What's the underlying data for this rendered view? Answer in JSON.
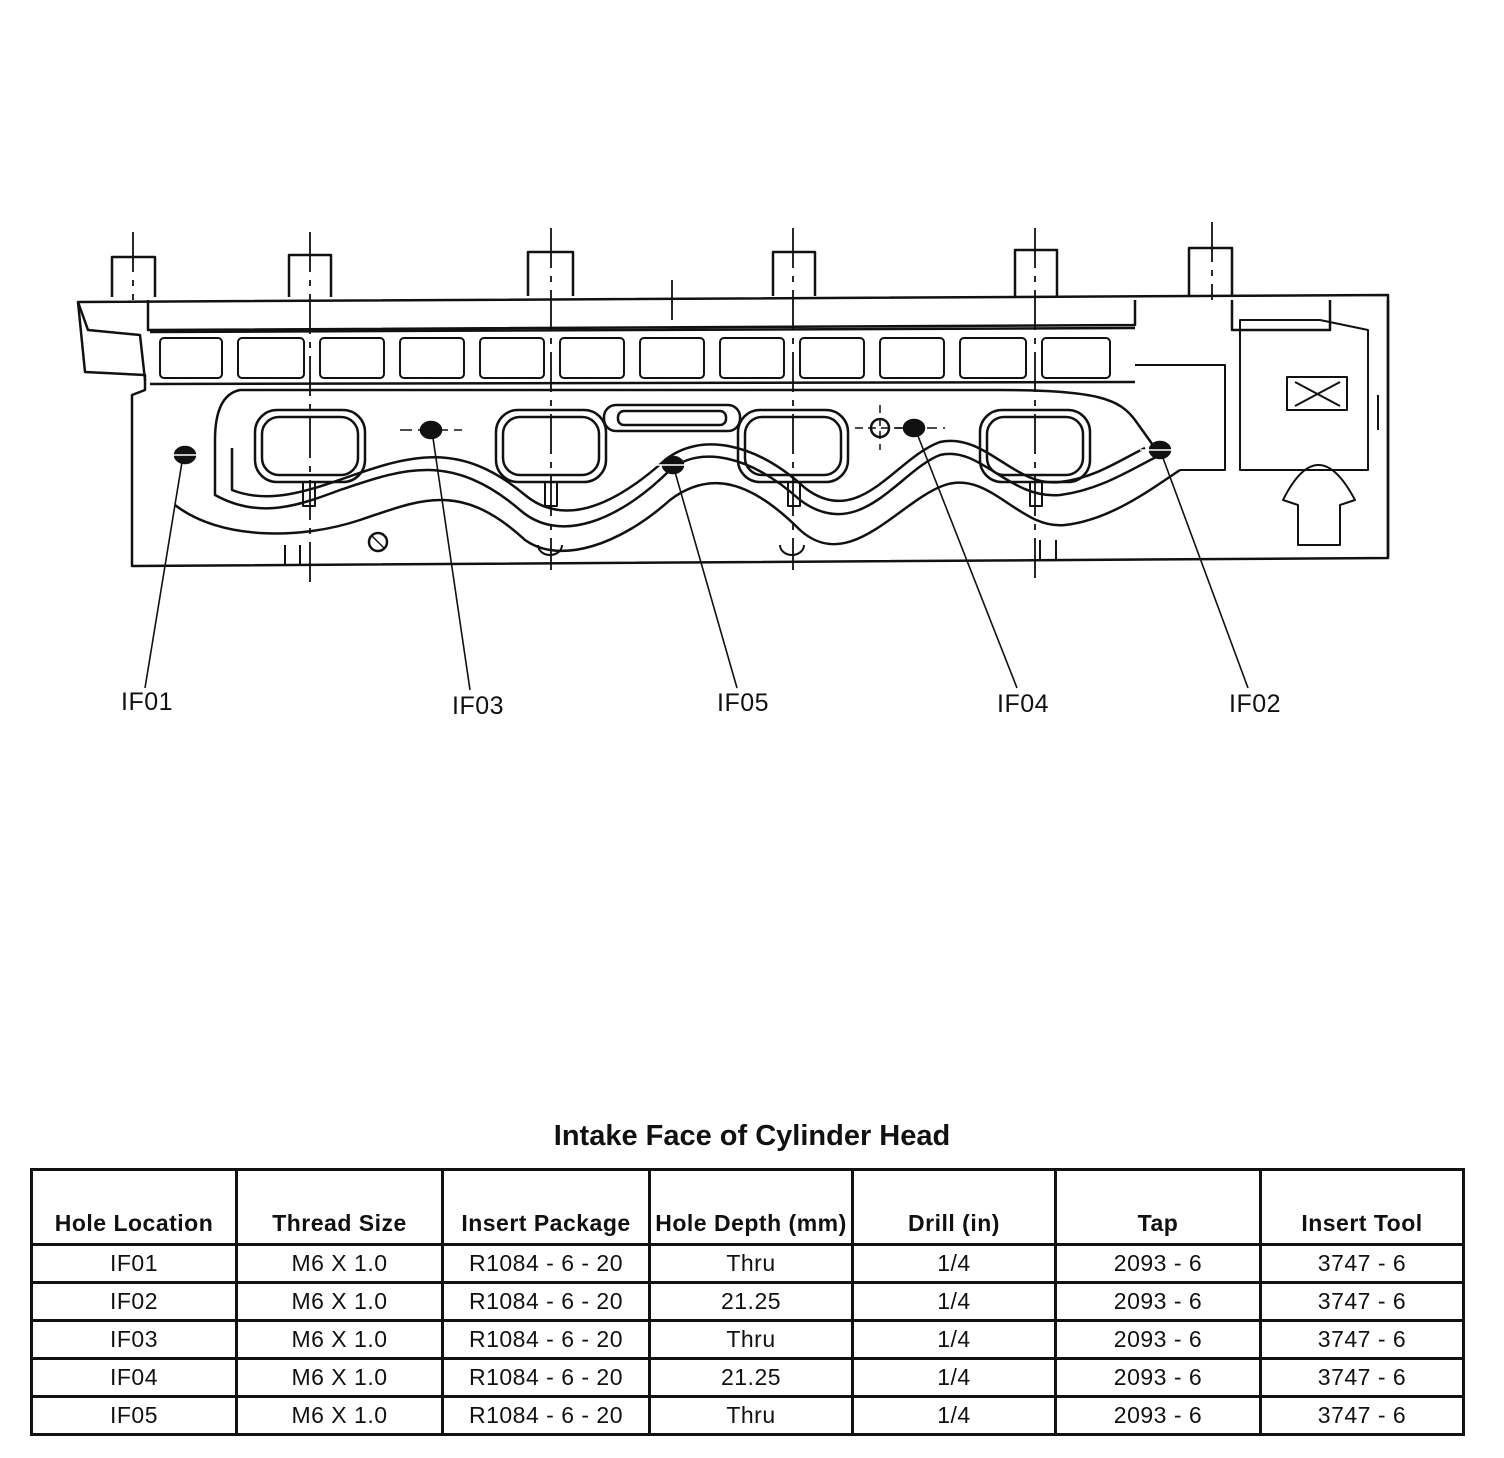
{
  "callouts": [
    {
      "id": "IF01",
      "label": "IF01"
    },
    {
      "id": "IF03",
      "label": "IF03"
    },
    {
      "id": "IF05",
      "label": "IF05"
    },
    {
      "id": "IF04",
      "label": "IF04"
    },
    {
      "id": "IF02",
      "label": "IF02"
    }
  ],
  "table": {
    "title": "Intake Face of Cylinder Head",
    "headers": [
      "Hole Location",
      "Thread Size",
      "Insert Package",
      "Hole Depth (mm)",
      "Drill (in)",
      "Tap",
      "Insert Tool"
    ],
    "rows": [
      [
        "IF01",
        "M6 X 1.0",
        "R1084 - 6 - 20",
        "Thru",
        "1/4",
        "2093 - 6",
        "3747 - 6"
      ],
      [
        "IF02",
        "M6 X 1.0",
        "R1084 - 6 - 20",
        "21.25",
        "1/4",
        "2093 - 6",
        "3747 - 6"
      ],
      [
        "IF03",
        "M6 X 1.0",
        "R1084 - 6 - 20",
        "Thru",
        "1/4",
        "2093 - 6",
        "3747 - 6"
      ],
      [
        "IF04",
        "M6 X 1.0",
        "R1084 - 6 - 20",
        "21.25",
        "1/4",
        "2093 - 6",
        "3747 - 6"
      ],
      [
        "IF05",
        "M6 X 1.0",
        "R1084 - 6 - 20",
        "Thru",
        "1/4",
        "2093 - 6",
        "3747 - 6"
      ]
    ]
  }
}
